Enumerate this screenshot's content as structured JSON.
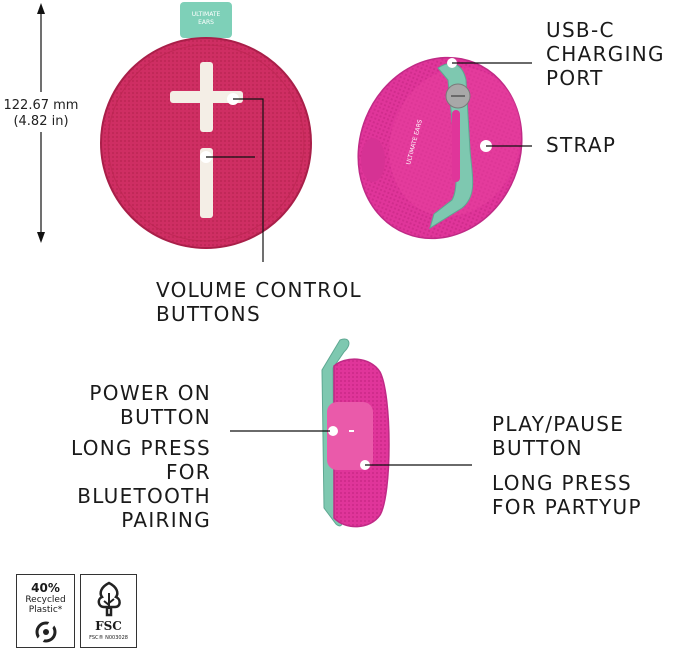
{
  "dimension": {
    "mm": "122.67 mm",
    "in": "(4.82 in)"
  },
  "labels": {
    "usb_line1": "USB-C",
    "usb_line2": "CHARGING",
    "usb_line3": "PORT",
    "strap": "STRAP",
    "volume_line1": "VOLUME CONTROL",
    "volume_line2": "BUTTONS",
    "power_line1": "POWER ON",
    "power_line2": "BUTTON",
    "long_line1": "LONG PRESS",
    "long_line2": "FOR",
    "long_line3": "BLUETOOTH",
    "long_line4": "PAIRING",
    "play_line1": "PLAY/PAUSE",
    "play_line2": "BUTTON",
    "party_line1": "LONG PRESS",
    "party_line2": "FOR PARTYUP"
  },
  "brand": {
    "tag_line1": "ULTIMATE",
    "tag_line2": "EARS"
  },
  "badges": {
    "recycled_percent": "40%",
    "recycled_line1": "Recycled",
    "recycled_line2": "Plastic*",
    "fsc": "FSC",
    "fsc_code": "FSC® N003028"
  },
  "colors": {
    "fabric": "#cf2e63",
    "fabric_dark": "#b8244f",
    "magenta": "#e0359a",
    "mint": "#7ed0b8",
    "button": "#f4eee6"
  }
}
